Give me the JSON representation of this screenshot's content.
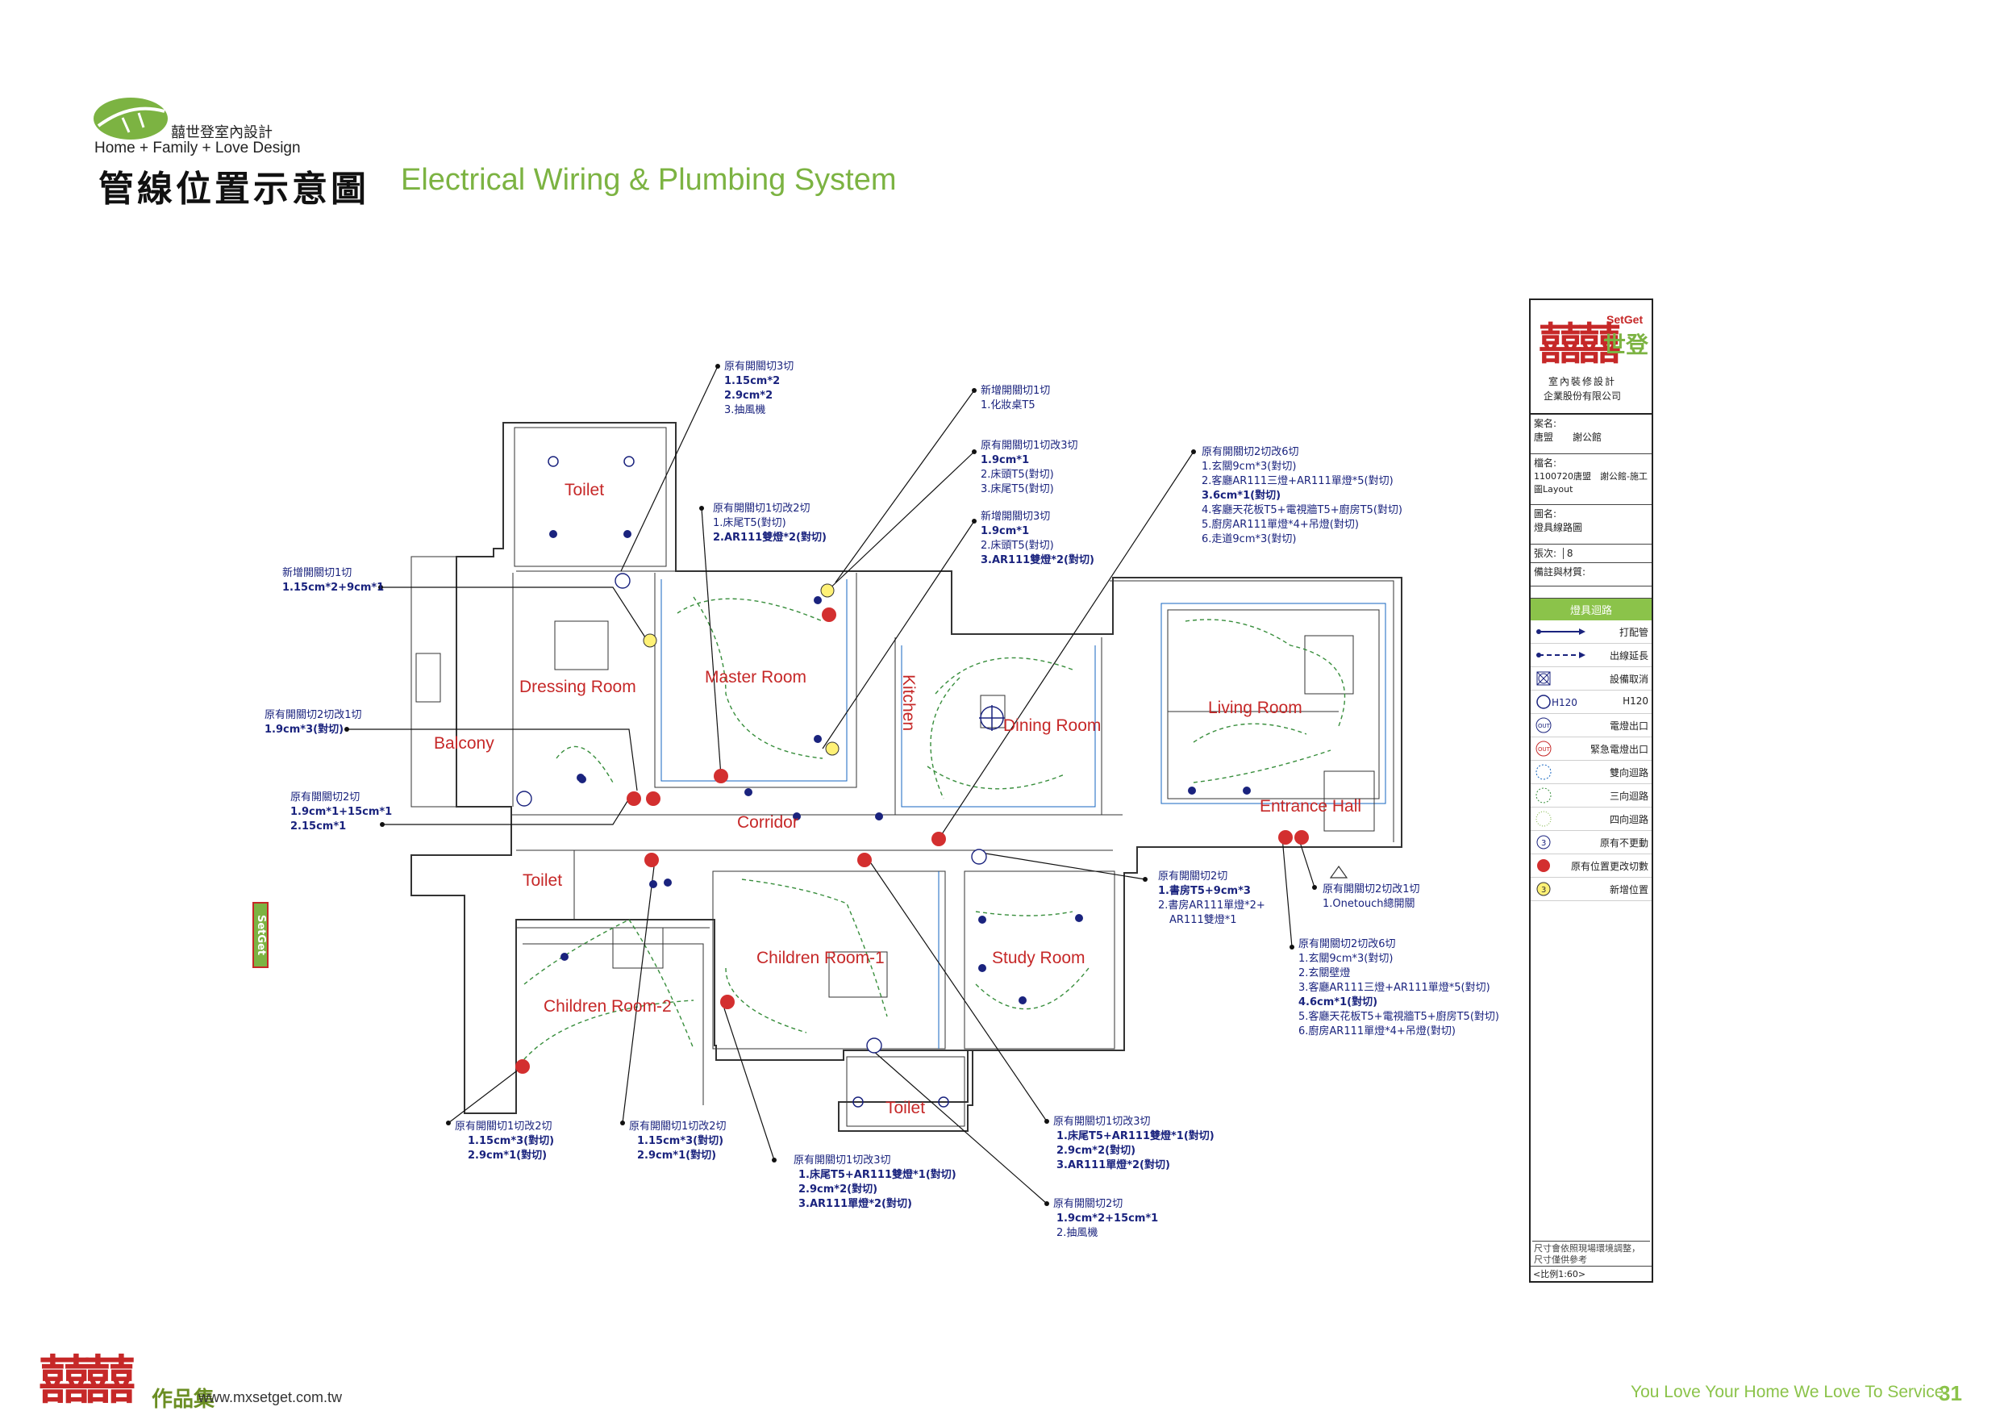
{
  "brand": {
    "name_cn": "囍世登室內設計",
    "tagline": "Home + Family + Love Design",
    "colors": {
      "green": "#7cb342",
      "red": "#c62828",
      "wire_blue": "#1a237e"
    }
  },
  "title": {
    "cn": "管線位置示意圖",
    "en": "Electrical Wiring & Plumbing System"
  },
  "rooms": [
    {
      "name": "Toilet"
    },
    {
      "name": "Dressing Room"
    },
    {
      "name": "Master Room"
    },
    {
      "name": "Kitchen"
    },
    {
      "name": "Dining Room"
    },
    {
      "name": "Living Room"
    },
    {
      "name": "Balcony"
    },
    {
      "name": "Corridor"
    },
    {
      "name": "Entrance Hall"
    },
    {
      "name": "Toilet"
    },
    {
      "name": "Children Room-1"
    },
    {
      "name": "Study Room"
    },
    {
      "name": "Children Room-2"
    },
    {
      "name": "Toilet"
    }
  ],
  "notes": [
    {
      "lines": [
        "原有開關切3切",
        "1.15cm*2",
        "2.9cm*2",
        "3.抽風機"
      ]
    },
    {
      "lines": [
        "新增開關切1切",
        "1.化妝桌T5"
      ]
    },
    {
      "lines": [
        "原有開關切1切改3切",
        "1.9cm*1",
        "2.床頭T5(對切)",
        "3.床尾T5(對切)"
      ]
    },
    {
      "lines": [
        "新增開關切3切",
        "1.9cm*1",
        "2.床頭T5(對切)",
        "3.AR111雙燈*2(對切)"
      ]
    },
    {
      "lines": [
        "原有開關切1切改2切",
        "1.床尾T5(對切)",
        "2.AR111雙燈*2(對切)"
      ]
    },
    {
      "lines": [
        "新增開關切1切",
        "1.15cm*2+9cm*1"
      ]
    },
    {
      "lines": [
        "原有開關切2切改1切",
        "1.9cm*3(對切)"
      ]
    },
    {
      "lines": [
        "原有開關切2切",
        "1.9cm*1+15cm*1",
        "2.15cm*1"
      ]
    },
    {
      "lines": [
        "原有開關切2切改6切",
        "1.玄關9cm*3(對切)",
        "2.客廳AR111三燈+AR111單燈*5(對切)",
        "3.6cm*1(對切)",
        "4.客廳天花板T5+電視牆T5+廚房T5(對切)",
        "5.廚房AR111單燈*4+吊燈(對切)",
        "6.走道9cm*3(對切)"
      ]
    },
    {
      "lines": [
        "原有開關切2切",
        "1.書房T5+9cm*3",
        "2.書房AR111單燈*2+",
        "AR111雙燈*1"
      ]
    },
    {
      "lines": [
        "原有開關切2切改1切",
        "1.Onetouch總開關"
      ]
    },
    {
      "lines": [
        "原有開關切2切改6切",
        "1.玄關9cm*3(對切)",
        "2.玄關壁燈",
        "3.客廳AR111三燈+AR111單燈*5(對切)",
        "4.6cm*1(對切)",
        "5.客廳天花板T5+電視牆T5+廚房T5(對切)",
        "6.廚房AR111單燈*4+吊燈(對切)"
      ]
    },
    {
      "lines": [
        "原有開關切1切改2切",
        "1.15cm*3(對切)",
        "2.9cm*1(對切)"
      ]
    },
    {
      "lines": [
        "原有開關切1切改2切",
        "1.15cm*3(對切)",
        "2.9cm*1(對切)"
      ]
    },
    {
      "lines": [
        "原有開關切1切改3切",
        "1.床尾T5+AR111雙燈*1(對切)",
        "2.9cm*2(對切)",
        "3.AR111單燈*2(對切)"
      ]
    },
    {
      "lines": [
        "原有開關切1切改3切",
        "1.床尾T5+AR111雙燈*1(對切)",
        "2.9cm*2(對切)",
        "3.AR111單燈*2(對切)"
      ]
    },
    {
      "lines": [
        "原有開關切2切",
        "1.9cm*2+15cm*1",
        "2.抽風機"
      ]
    }
  ],
  "title_block": {
    "company_en": "SetGet",
    "company_cn": "世登",
    "company_full_1": "室內裝修設計",
    "company_full_2": "企業股份有限公司",
    "case_label": "案名:",
    "case_value": "唐盟　　謝公館",
    "file_label": "檔名:",
    "file_value": "1100720唐盟　謝公館-施工圖Layout",
    "drawing_label": "圖名:",
    "drawing_value": "燈具線路圖",
    "sheet_label": "張次:",
    "sheet_value": "8",
    "remark_label": "備註與材質:",
    "legend_head": "燈具迴路",
    "legend": [
      {
        "label": "打配管"
      },
      {
        "label": "出線延長"
      },
      {
        "label": "設備取消"
      },
      {
        "label": "H120",
        "left": "H120"
      },
      {
        "label": "電燈出口",
        "left": "OUT"
      },
      {
        "label": "緊急電燈出口",
        "left": "OUT"
      },
      {
        "label": "雙向迴路"
      },
      {
        "label": "三向迴路"
      },
      {
        "label": "四向迴路"
      },
      {
        "label": "原有不更動",
        "left": "3"
      },
      {
        "label": "原有位置更改切數"
      },
      {
        "label": "新增位置",
        "left": "3"
      }
    ],
    "footer_note": "尺寸會依照現場環境調整，尺寸僅供參考",
    "scale": "<比例1:60>"
  },
  "side_tag": "SetGet",
  "footer": {
    "collection": "作品集",
    "url": "www.mxsetget.com.tw",
    "slogan": "You Love Your Home We Love To Service",
    "page": "31"
  }
}
